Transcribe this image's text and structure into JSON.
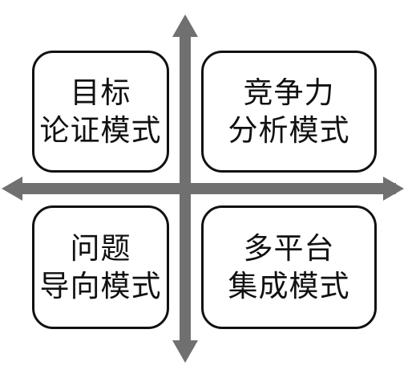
{
  "colors": {
    "arrow": "#707070",
    "box_border": "#111111",
    "text": "#111111"
  },
  "quadrants": {
    "top_left": {
      "line1": "目标",
      "line2": "论证模式"
    },
    "top_right": {
      "line1": "竞争力",
      "line2": "分析模式"
    },
    "bottom_left": {
      "line1": "问题",
      "line2": "导向模式"
    },
    "bottom_right": {
      "line1": "多平台",
      "line2": "集成模式"
    }
  }
}
